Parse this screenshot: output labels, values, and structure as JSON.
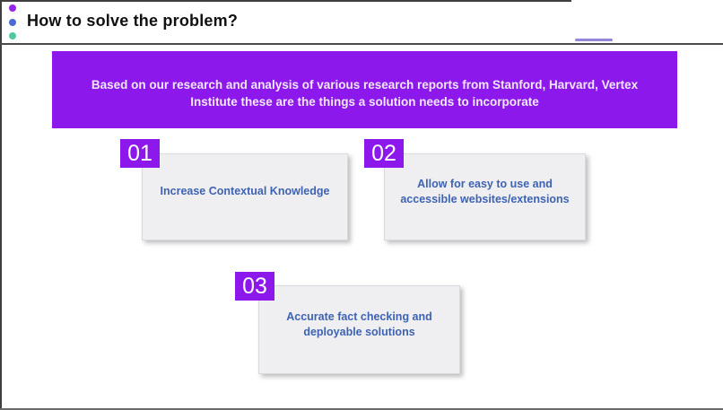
{
  "colors": {
    "accent_purple": "#8D18EB",
    "banner_text": "#F2E7FB",
    "card_text_blue": "#3E63B2",
    "card_bg": "#EFEFF1",
    "dot_purple": "#9724EA",
    "dot_blue": "#4A6BD5",
    "dot_green": "#53C6A4",
    "accent_dash": "#9388D8",
    "border_dark": "#3F3F3F"
  },
  "header": {
    "title": "How to solve the problem?"
  },
  "banner": {
    "line1": "Based on our research and analysis of various research reports from Stanford, Harvard, Vertex",
    "line2": "Institute these are the things a solution needs to incorporate"
  },
  "steps": [
    {
      "number": "01",
      "line1": "Increase Contextual Knowledge",
      "line2": ""
    },
    {
      "number": "02",
      "line1": "Allow for easy to use and",
      "line2": "accessible websites/extensions"
    },
    {
      "number": "03",
      "line1": "Accurate fact checking and",
      "line2": "deployable solutions"
    }
  ]
}
